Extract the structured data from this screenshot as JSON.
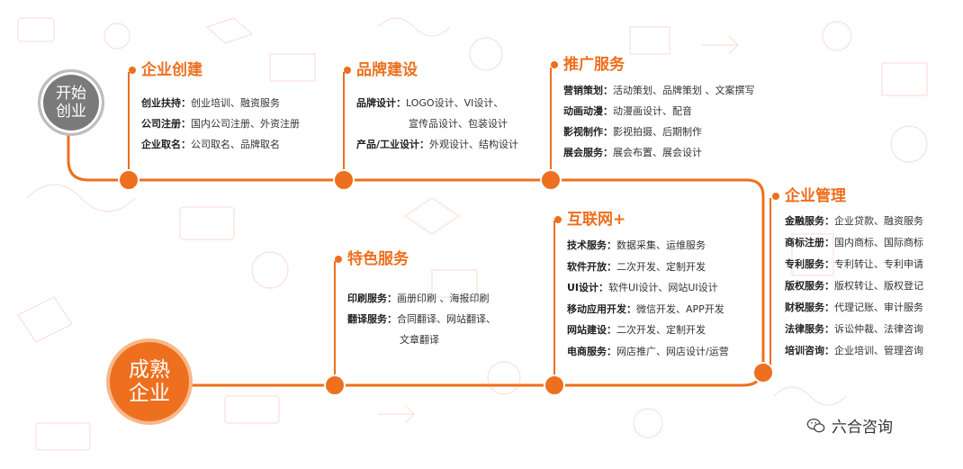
{
  "nodes": {
    "start": [
      "开始",
      "创业"
    ],
    "end": [
      "成熟",
      "企业"
    ]
  },
  "sections": {
    "qiye_chuangjian": {
      "title": "企业创建",
      "items": [
        {
          "k": "创业扶持：",
          "v": "创业培训、融资服务"
        },
        {
          "k": "公司注册：",
          "v": "国内公司注册、外资注册"
        },
        {
          "k": "企业取名：",
          "v": "公司取名、品牌取名"
        }
      ]
    },
    "pinpai_jianshe": {
      "title": "品牌建设",
      "items": [
        {
          "k": "品牌设计：",
          "v": "LOGO设计、VI设计、",
          "v2": "宣传品设计、包装设计"
        },
        {
          "k": "产品/工业设计：",
          "v": "外观设计、结构设计"
        }
      ]
    },
    "tuiguang_fuwu": {
      "title": "推广服务",
      "items": [
        {
          "k": "营销策划：",
          "v": "活动策划、品牌策划 、文案撰写"
        },
        {
          "k": "动画动漫：",
          "v": "动漫画设计、配音"
        },
        {
          "k": "影视制作：",
          "v": "影视拍摄、后期制作"
        },
        {
          "k": "展会服务：",
          "v": "展会布置、展会设计"
        }
      ]
    },
    "qiye_guanli": {
      "title": "企业管理",
      "items": [
        {
          "k": "金融服务：",
          "v": "企业贷款、融资服务"
        },
        {
          "k": "商标注册：",
          "v": "国内商标、国际商标"
        },
        {
          "k": "专利服务：",
          "v": "专利转让、专利申请"
        },
        {
          "k": "版权服务：",
          "v": "版权转让、版权登记"
        },
        {
          "k": "财税服务：",
          "v": "代理记账、审计服务"
        },
        {
          "k": "法律服务：",
          "v": "诉讼仲裁、法律咨询"
        },
        {
          "k": "培训咨询：",
          "v": "企业培训、管理咨询"
        }
      ]
    },
    "hulianwang": {
      "title": "互联网+",
      "items": [
        {
          "k": "技术服务：",
          "v": "数据采集、运维服务"
        },
        {
          "k": "软件开放：",
          "v": "二次开发、定制开发"
        },
        {
          "k": "UI设计：",
          "v": "软件UI设计、网站UI设计"
        },
        {
          "k": "移动应用开发：",
          "v": "微信开发、APP开发"
        },
        {
          "k": "网站建设：",
          "v": "二次开发、定制开发"
        },
        {
          "k": "电商服务：",
          "v": "网店推广、网店设计/运营"
        }
      ]
    },
    "tese_fuwu": {
      "title": "特色服务",
      "items": [
        {
          "k": "印刷服务：",
          "v": "画册印刷 、海报印刷"
        },
        {
          "k": "翻译服务：",
          "v": "合同翻译、网站翻译、",
          "v2": "文章翻译"
        }
      ]
    }
  },
  "brand": "六合咨询",
  "colors": {
    "accent": "#ee6f1e",
    "gray": "#7a7a7a"
  }
}
